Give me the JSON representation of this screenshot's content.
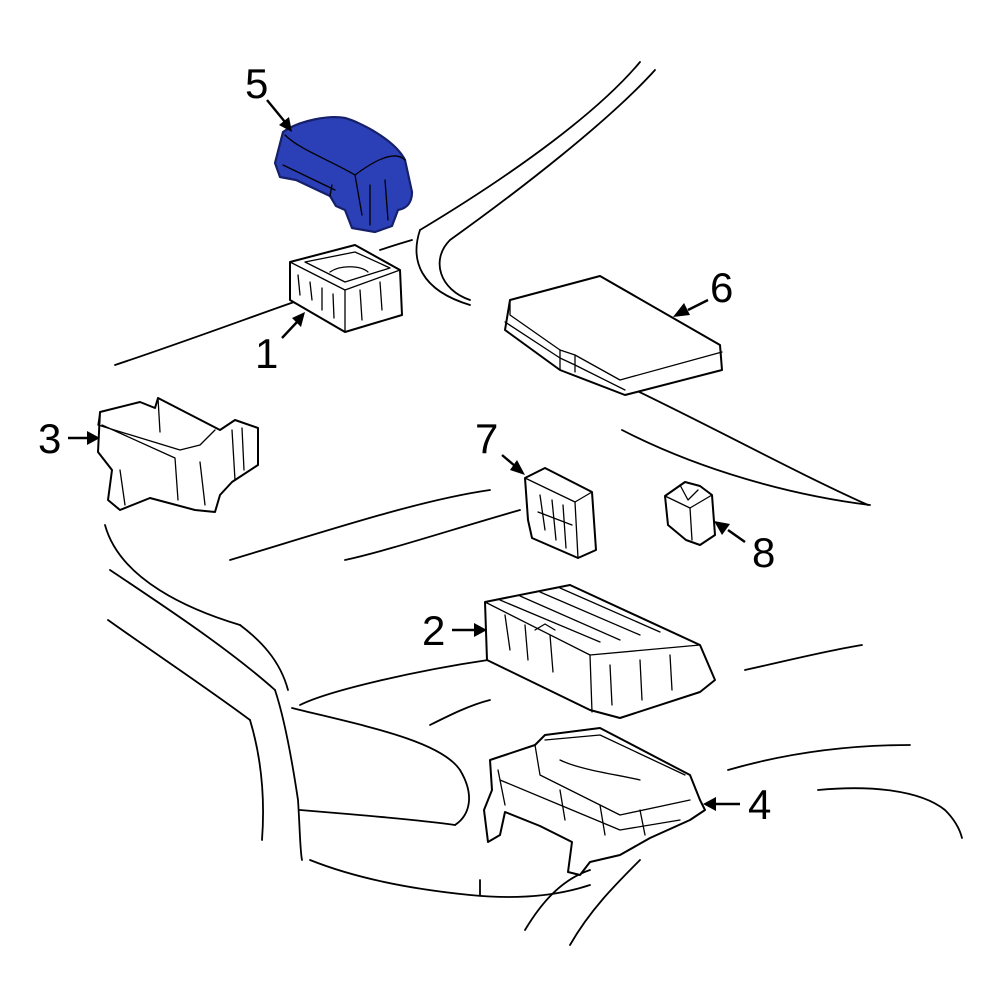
{
  "diagram": {
    "highlight_color": "#2b3fb6",
    "highlight_dark": "#16206a",
    "callouts": [
      {
        "id": "1",
        "text": "1"
      },
      {
        "id": "2",
        "text": "2"
      },
      {
        "id": "3",
        "text": "3"
      },
      {
        "id": "4",
        "text": "4"
      },
      {
        "id": "5",
        "text": "5"
      },
      {
        "id": "6",
        "text": "6"
      },
      {
        "id": "7",
        "text": "7"
      },
      {
        "id": "8",
        "text": "8"
      }
    ]
  }
}
